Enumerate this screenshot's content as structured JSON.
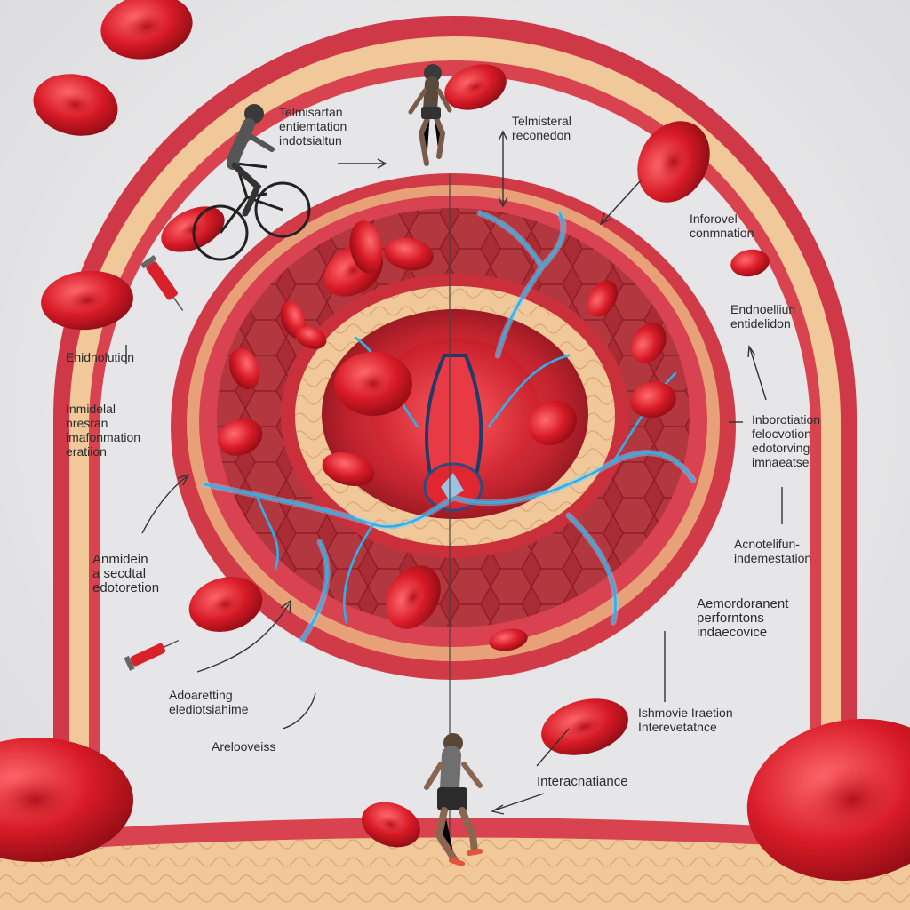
{
  "labels": {
    "top_left": [
      "Telmisartan",
      "entiemtation",
      "indotsialtun"
    ],
    "top_center": [
      "Telmisteral",
      "reconedon"
    ],
    "right_1": [
      "Inforovel",
      "conmnation"
    ],
    "right_2": [
      "Endnoelliun",
      "entidelidon"
    ],
    "right_3": [
      "Inborotiation",
      "felocvotion",
      "edotorving",
      "imnaeatse"
    ],
    "right_4": [
      "Acnotelifun-",
      "indemestation"
    ],
    "right_5": [
      "Aemordoranent",
      "perforntons",
      "indaecovice"
    ],
    "right_6": [
      "Ishmovie Iraetion",
      "Interevetatnce"
    ],
    "left_1": [
      "Enidnolution"
    ],
    "left_2": [
      "Inmidelal",
      "nresran",
      "imafonmation",
      "eratiion"
    ],
    "left_3": [
      "Anmidein",
      "a secdtal",
      "edotoretion"
    ],
    "left_4": [
      "Adoaretting",
      "elediotsiahime"
    ],
    "left_5": [
      "Arelooveiss"
    ],
    "bottom": [
      "Interacnatiance"
    ]
  },
  "colors": {
    "background": "#e9e9ea",
    "vessel_wall": "#d9384a",
    "tissue": "#e8b98b",
    "blood_cell": "#d71f2a",
    "vein_glow": "#37b6e8"
  },
  "figures": [
    "cyclist-icon",
    "runner-top-icon",
    "runner-bottom-icon",
    "syringe-icon"
  ]
}
